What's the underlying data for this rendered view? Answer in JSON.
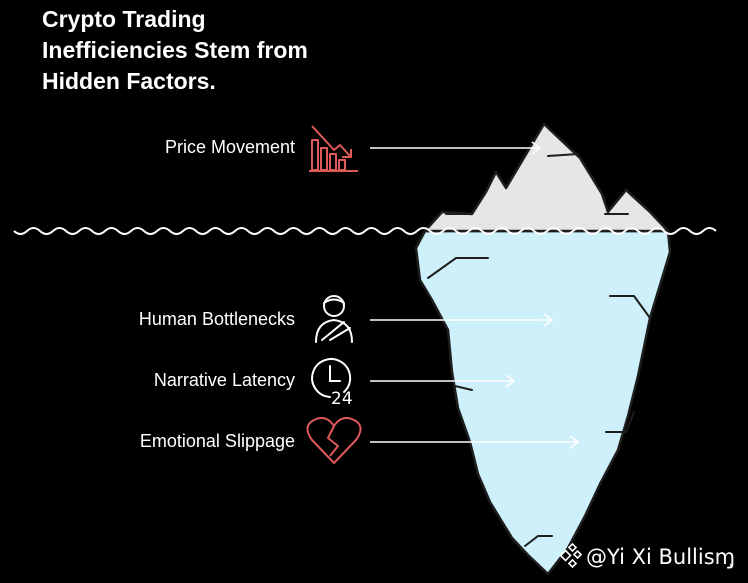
{
  "title": {
    "lines": [
      "Crypto Trading",
      "Inefficiencies Stem from",
      "Hidden Factors."
    ]
  },
  "items": [
    {
      "label": "Price Movement",
      "icon": "falling-chart-icon",
      "zone": "above-water",
      "icon_color": "#e05a5a"
    },
    {
      "label": "Human Bottlenecks",
      "icon": "person-icon",
      "zone": "below-water",
      "icon_color": "#ffffff"
    },
    {
      "label": "Narrative Latency",
      "icon": "clock-24-icon",
      "zone": "below-water",
      "icon_color": "#ffffff"
    },
    {
      "label": "Emotional Slippage",
      "icon": "broken-heart-icon",
      "zone": "below-water",
      "icon_color": "#e05a5a"
    }
  ],
  "watermark": {
    "text": "@Yi Xi Bullisɱ̧",
    "logo": "binance-diamond-icon"
  },
  "colors": {
    "background": "#000000",
    "iceberg_tip": "#e6e6e6",
    "iceberg_body": "#cdf0fb",
    "outline": "#1e1e1e",
    "water": "#ffffff",
    "accent_red": "#e05a5a"
  }
}
